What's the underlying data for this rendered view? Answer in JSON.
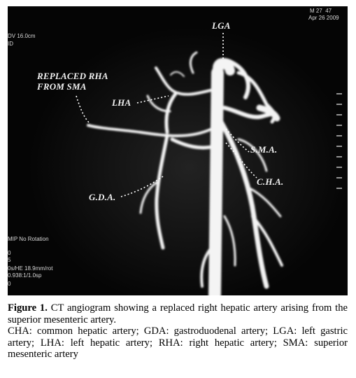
{
  "image": {
    "overlay": {
      "top_right": [
        "M 27  47",
        "Apr 26 2009"
      ],
      "top_left": [
        "DV 16.0cm",
        "ID"
      ],
      "bottom_left": [
        "MIP No Rotation",
        "0",
        "5",
        "0s/HE 18.9mm/rot",
        "0.938:1/1.0sp",
        "0"
      ]
    },
    "labels": {
      "lga": "LGA",
      "replaced_rha": "REPLACED RHA\nFROM SMA",
      "lha": "LHA",
      "sma": "S.M.A.",
      "cha": "C.H.A.",
      "gda": "G.D.A."
    }
  },
  "caption": {
    "figure_number": "Figure 1.",
    "title": " CT angiogram showing a replaced right hepatic artery arising from the superior mesenteric artery.",
    "abbreviations": "CHA: common hepatic artery; GDA: gastroduodenal artery; LGA: left gastric artery; LHA: left hepatic artery; RHA: right hepatic artery; SMA: superior mesenteric artery"
  }
}
